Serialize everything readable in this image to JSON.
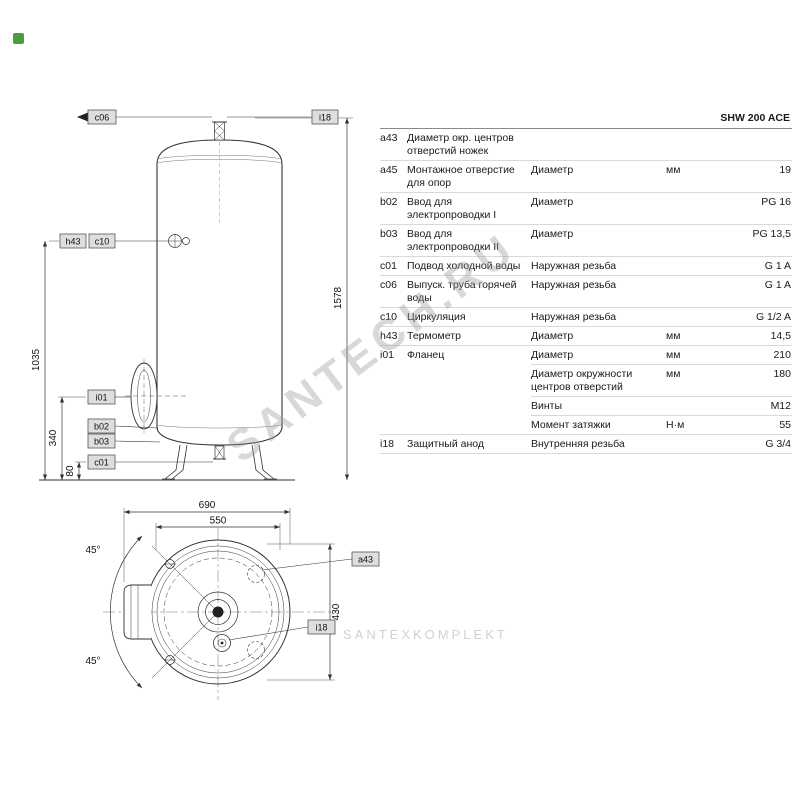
{
  "watermarks": {
    "primary": "SANTECH.RU",
    "secondary": "SANTEXKOMPLEKT"
  },
  "table": {
    "header": "SHW 200 ACE",
    "rows": [
      {
        "code": "a43",
        "name": "Диаметр окр. центров отверстий ножек",
        "param": "",
        "unit": "",
        "value": ""
      },
      {
        "code": "a45",
        "name": "Монтажное отверстие для опор",
        "param": "Диаметр",
        "unit": "мм",
        "value": "19"
      },
      {
        "code": "b02",
        "name": "Ввод для электропроводки I",
        "param": "Диаметр",
        "unit": "",
        "value": "PG 16"
      },
      {
        "code": "b03",
        "name": "Ввод для электропроводки II",
        "param": "Диаметр",
        "unit": "",
        "value": "PG 13,5"
      },
      {
        "code": "c01",
        "name": "Подвод холодной воды",
        "param": "Наружная резьба",
        "unit": "",
        "value": "G 1 A"
      },
      {
        "code": "c06",
        "name": "Выпуск. труба горячей воды",
        "param": "Наружная резьба",
        "unit": "",
        "value": "G 1 A"
      },
      {
        "code": "c10",
        "name": "Циркуляция",
        "param": "Наружная резьба",
        "unit": "",
        "value": "G 1/2 A"
      },
      {
        "code": "h43",
        "name": "Термометр",
        "param": "Диаметр",
        "unit": "мм",
        "value": "14,5"
      },
      {
        "code": "i01",
        "name": "Фланец",
        "param": "Диаметр",
        "unit": "мм",
        "value": "210"
      },
      {
        "code": "",
        "name": "",
        "param": "Диаметр окружности центров отверстий",
        "unit": "мм",
        "value": "180"
      },
      {
        "code": "",
        "name": "",
        "param": "Винты",
        "unit": "",
        "value": "M12"
      },
      {
        "code": "",
        "name": "",
        "param": "Момент затяжки",
        "unit": "Н·м",
        "value": "55"
      },
      {
        "code": "i18",
        "name": "Защитный анод",
        "param": "Внутренняя резьба",
        "unit": "",
        "value": "G 3/4"
      }
    ]
  },
  "front_view": {
    "labels": {
      "c06": "c06",
      "i18": "i18",
      "h43": "h43",
      "c10": "c10",
      "i01": "i01",
      "b02": "b02",
      "b03": "b03",
      "c01": "c01"
    },
    "dims": {
      "total_height": "1578",
      "thermometer_height": "1035",
      "flange_height": "340",
      "inlet_height": "80"
    }
  },
  "top_view": {
    "labels": {
      "a43": "a43",
      "i18": "i18"
    },
    "dims": {
      "overall_width": "690",
      "diameter": "550",
      "depth": "430",
      "angle_upper": "45°",
      "angle_lower": "45°"
    }
  }
}
